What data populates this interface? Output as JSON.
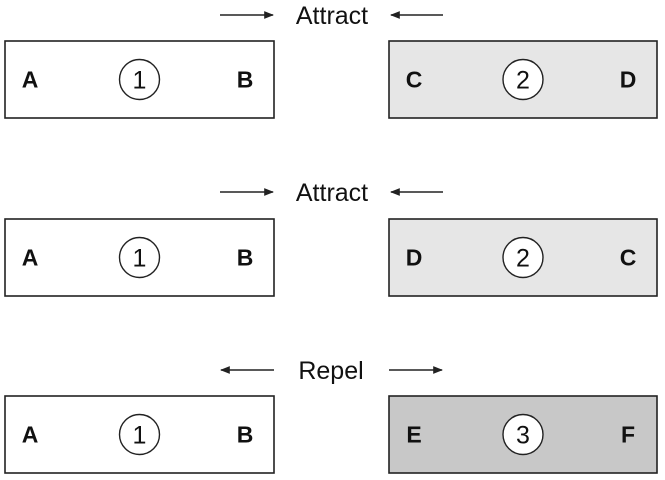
{
  "colors": {
    "background": "#ffffff",
    "stroke": "#222222",
    "magnet_plain": "#ffffff",
    "magnet_light": "#e6e6e6",
    "magnet_dark": "#c8c8c8"
  },
  "rows": [
    {
      "relation": "Attract",
      "arrows": "inward",
      "left_magnet": {
        "left": "A",
        "number": "1",
        "right": "B",
        "fill": "magnet_plain"
      },
      "right_magnet": {
        "left": "C",
        "number": "2",
        "right": "D",
        "fill": "magnet_light"
      }
    },
    {
      "relation": "Attract",
      "arrows": "inward",
      "left_magnet": {
        "left": "A",
        "number": "1",
        "right": "B",
        "fill": "magnet_plain"
      },
      "right_magnet": {
        "left": "D",
        "number": "2",
        "right": "C",
        "fill": "magnet_light"
      }
    },
    {
      "relation": "Repel",
      "arrows": "outward",
      "left_magnet": {
        "left": "A",
        "number": "1",
        "right": "B",
        "fill": "magnet_plain"
      },
      "right_magnet": {
        "left": "E",
        "number": "3",
        "right": "F",
        "fill": "magnet_dark"
      }
    }
  ]
}
